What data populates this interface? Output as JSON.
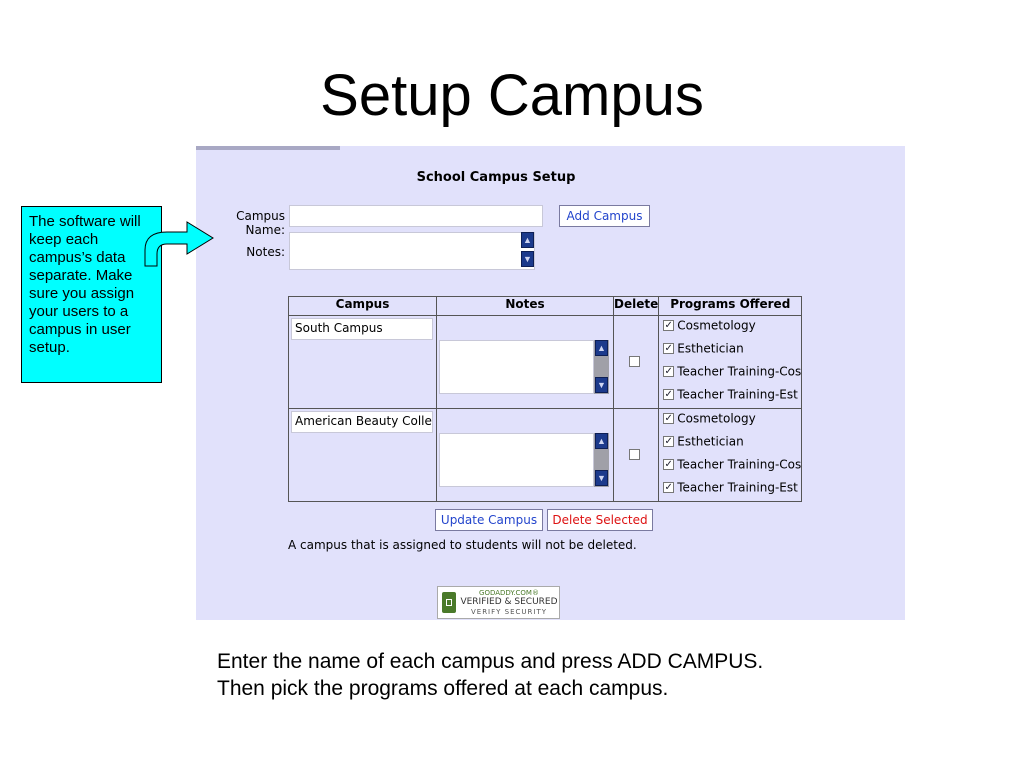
{
  "slide": {
    "title": "Setup Campus",
    "callout": "The software will keep each campus’s data separate. Make sure you assign your users to a campus in user setup.",
    "caption_line1": "Enter the name of each campus and press ADD CAMPUS.",
    "caption_line2": "Then pick the programs offered at each campus."
  },
  "form": {
    "title": "School Campus Setup",
    "campus_name_label": "Campus Name:",
    "campus_name_value": "",
    "notes_label": "Notes:",
    "notes_value": "",
    "add_button": "Add Campus"
  },
  "table": {
    "headers": [
      "Campus",
      "Notes",
      "Delete",
      "Programs Offered"
    ],
    "rows": [
      {
        "campus": "South Campus",
        "notes": "",
        "delete_checked": false,
        "programs": [
          {
            "label": "Cosmetology",
            "checked": true
          },
          {
            "label": "Esthetician",
            "checked": true
          },
          {
            "label": "Teacher Training-Cos",
            "checked": true
          },
          {
            "label": "Teacher Training-Est",
            "checked": true
          }
        ]
      },
      {
        "campus": "American Beauty College",
        "notes": "",
        "delete_checked": false,
        "programs": [
          {
            "label": "Cosmetology",
            "checked": true
          },
          {
            "label": "Esthetician",
            "checked": true
          },
          {
            "label": "Teacher Training-Cos",
            "checked": true
          },
          {
            "label": "Teacher Training-Est",
            "checked": true
          }
        ]
      }
    ]
  },
  "actions": {
    "update_button": "Update Campus",
    "delete_button": "Delete Selected",
    "notice": "A campus that is assigned to students will not be deleted."
  },
  "badge": {
    "line1": "GODADDY.COM®",
    "line2": "VERIFIED & SECURED",
    "line3": "VERIFY SECURITY"
  },
  "colors": {
    "panel_bg": "#e1e1fb",
    "callout_bg": "#00ffff",
    "button_text": "#2244cc",
    "delete_text": "#dd1111",
    "scroll_button": "#1c3a8c"
  }
}
